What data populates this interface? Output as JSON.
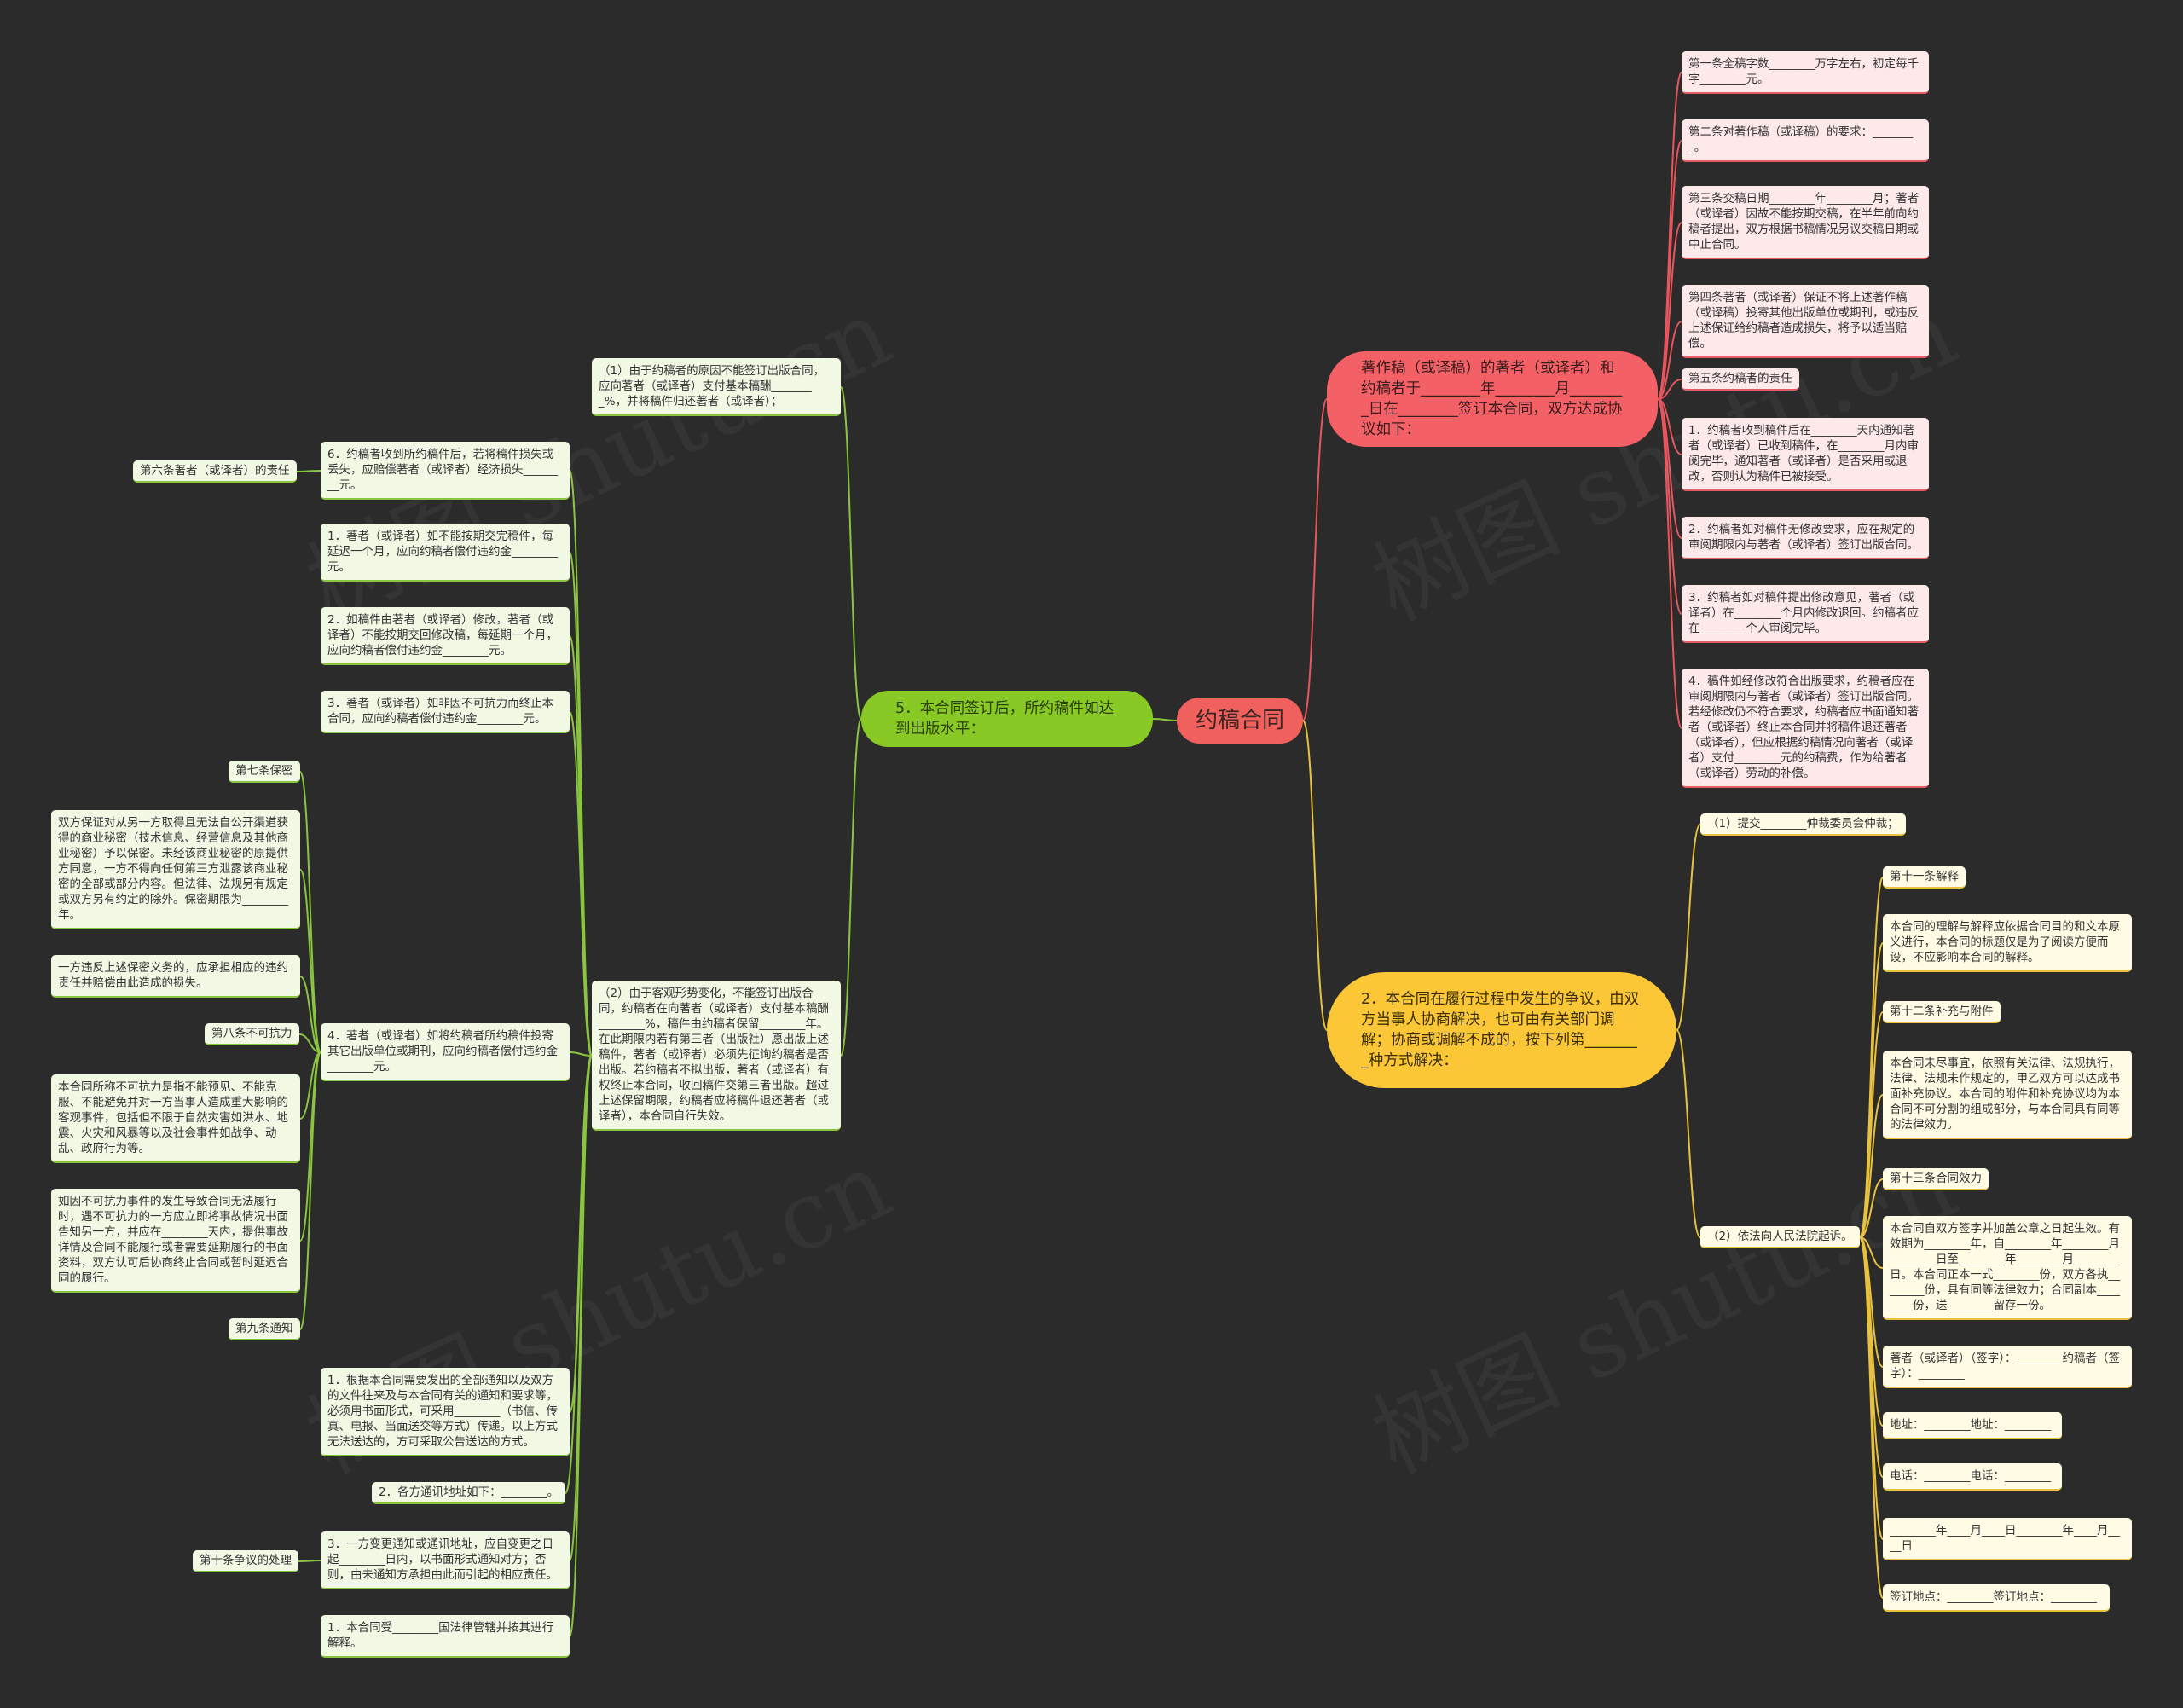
{
  "watermark": "树图 shutu.cn",
  "root": {
    "label": "约稿合同"
  },
  "red_branch": {
    "label": "著作稿（或译稿）的著者（或译者）和约稿者于________年________月________日在________签订本合同，双方达成协议如下：",
    "items": [
      "第一条全稿字数________万字左右，初定每千字________元。",
      "第二条对著作稿（或译稿）的要求：________。",
      "第三条交稿日期________年________月；著者（或译者）因故不能按期交稿，在半年前向约稿者提出，双方根据书稿情况另议交稿日期或中止合同。",
      "第四条著者（或译者）保证不将上述著作稿（或译稿）投寄其他出版单位或期刊，或违反上述保证给约稿者造成损失，将予以适当赔偿。",
      "第五条约稿者的责任",
      "1．约稿者收到稿件后在________天内通知著者（或译者）已收到稿件，在________月内审阅完毕，通知著者（或译者）是否采用或退改，否则认为稿件已被接受。",
      "2．约稿者如对稿件无修改要求，应在规定的审阅期限内与著者（或译者）签订出版合同。",
      "3．约稿者如对稿件提出修改意见，著者（或译者）在________个月内修改退回。约稿者应在________个人审阅完毕。",
      "4．稿件如经修改符合出版要求，约稿者应在审阅期限内与著者（或译者）签订出版合同。若经修改仍不符合要求，约稿者应书面通知著者（或译者）终止本合同并将稿件退还著者（或译者），但应根据约稿情况向著者（或译者）支付________元的约稿费，作为给著者（或译者）劳动的补偿。"
    ]
  },
  "gold_branch": {
    "label": "2．本合同在履行过程中发生的争议，由双方当事人协商解决，也可由有关部门调解；协商或调解不成的，按下列第________种方式解决：",
    "opt1": "（1）提交________仲裁委员会仲裁；",
    "opt2": "（2）依法向人民法院起诉。",
    "items": [
      "第十一条解释",
      "本合同的理解与解释应依据合同目的和文本原义进行，本合同的标题仅是为了阅读方便而设，不应影响本合同的解释。",
      "第十二条补充与附件",
      "本合同未尽事宜，依照有关法律、法规执行，法律、法规未作规定的，甲乙双方可以达成书面补充协议。本合同的附件和补充协议均为本合同不可分割的组成部分，与本合同具有同等的法律效力。",
      "第十三条合同效力",
      "本合同自双方签字并加盖公章之日起生效。有效期为________年，自________年________月________日至________年________月________日。本合同正本一式________份，双方各执________份，具有同等法律效力；合同副本________份，送________留存一份。",
      "著者（或译者）（签字）：________约稿者（签字）：________",
      "地址：________地址：________",
      "电话：________电话：________",
      "________年____月____日________年____月____日",
      "签订地点：________签订地点：________"
    ]
  },
  "green_branch": {
    "label": "5．本合同签订后，所约稿件如达到出版水平：",
    "sub1": "（1）由于约稿者的原因不能签订出版合同，应向著者（或译者）支付基本稿酬________%，并将稿件归还著者（或译者）；",
    "sub2": "（2）由于客观形势变化，不能签订出版合同，约稿者在向著者（或译者）支付基本稿酬________%，稿件由约稿者保留________年。在此期限内若有第三者（出版社）愿出版上述稿件，著者（或译者）必须先征询约稿者是否出版。若约稿者不拟出版，著者（或译者）有权终止本合同，收回稿件交第三者出版。超过上述保留期限，约稿者应将稿件退还著者（或译者），本合同自行失效。",
    "items": [
      "6．约稿者收到所约稿件后，若将稿件损失或丢失，应赔偿著者（或译者）经济损失________元。",
      "1．著者（或译者）如不能按期交完稿件，每延迟一个月，应向约稿者偿付违约金________元。",
      "2．如稿件由著者（或译者）修改，著者（或译者）不能按期交回修改稿，每延期一个月，应向约稿者偿付违约金________元。",
      "3．著者（或译者）如非因不可抗力而终止本合同，应向约稿者偿付违约金________元。",
      "4．著者（或译者）如将约稿者所约稿件投寄其它出版单位或期刊，应向约稿者偿付违约金________元。",
      "1．根据本合同需要发出的全部通知以及双方的文件往来及与本合同有关的通知和要求等，必须用书面形式，可采用________（书信、传真、电报、当面送交等方式）传递。以上方式无法送达的，方可采取公告送达的方式。",
      "2．各方通讯地址如下：________。",
      "3．一方变更通知或通讯地址，应自变更之日起________日内，以书面形式通知对方；否则，由未通知方承担由此而引起的相应责任。",
      "1．本合同受________国法律管辖并按其进行解释。"
    ],
    "far": [
      "第六条著者（或译者）的责任",
      "第七条保密",
      "双方保证对从另一方取得且无法自公开渠道获得的商业秘密（技术信息、经营信息及其他商业秘密）予以保密。未经该商业秘密的原提供方同意，一方不得向任何第三方泄露该商业秘密的全部或部分内容。但法律、法规另有规定或双方另有约定的除外。保密期限为________年。",
      "一方违反上述保密义务的，应承担相应的违约责任并赔偿由此造成的损失。",
      "第八条不可抗力",
      "本合同所称不可抗力是指不能预见、不能克服、不能避免并对一方当事人造成重大影响的客观事件，包括但不限于自然灾害如洪水、地震、火灾和风暴等以及社会事件如战争、动乱、政府行为等。",
      "如因不可抗力事件的发生导致合同无法履行时，遇不可抗力的一方应立即将事故情况书面告知另一方，并应在________天内，提供事故详情及合同不能履行或者需要延期履行的书面资料，双方认可后协商终止合同或暂时延迟合同的履行。",
      "第九条通知",
      "第十条争议的处理"
    ]
  }
}
